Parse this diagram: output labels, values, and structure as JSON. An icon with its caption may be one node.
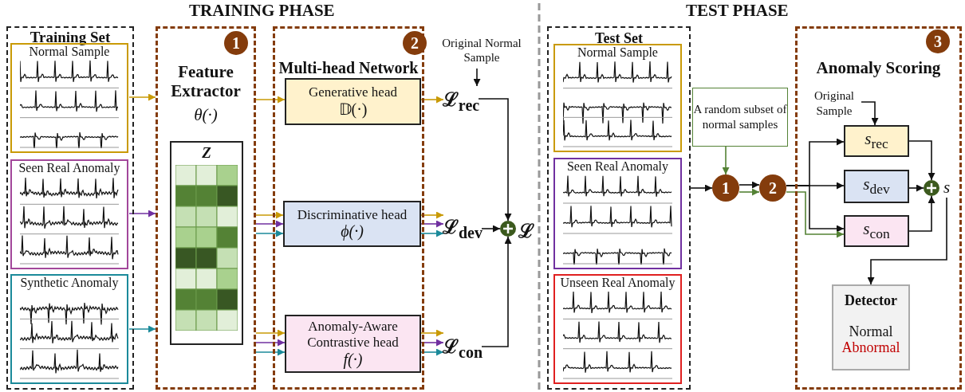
{
  "diagram": {
    "nodes": [
      {
        "text": [
          "Training Set"
        ]
      },
      {
        "text": [
          "Normal Sample"
        ],
        "in": 0
      },
      {
        "text": [
          "Seen Real Anomaly"
        ],
        "in": 0
      },
      {
        "text": [
          "Synthetic Anomaly"
        ],
        "in": 0
      },
      {
        "text": [
          "Feature Extractor",
          "θ(·)"
        ]
      },
      {
        "text": [
          "Z"
        ],
        "in": 4
      },
      {
        "text": [
          "Multi-head Network"
        ]
      },
      {
        "text": [
          "Generative head",
          "𝔻(·)"
        ],
        "in": 6
      },
      {
        "text": [
          "Discriminative head",
          "ϕ(·)"
        ],
        "in": 6
      },
      {
        "text": [
          "Anomaly-Aware Contrastive head",
          "f(·)"
        ],
        "in": 6
      },
      {
        "text": [
          "Original Normal Sample"
        ]
      },
      {
        "text": [
          "ℒ$_{rec}$"
        ]
      },
      {
        "text": [
          "ℒ$_{dev}$"
        ]
      },
      {
        "text": [
          "ℒ$_{con}$"
        ]
      },
      {
        "text": [],
        "shape": "circle"
      },
      {
        "text": [
          "ℒ"
        ]
      },
      {
        "text": [
          "Test Set"
        ]
      },
      {
        "text": [
          "Normal Sample"
        ],
        "in": 16
      },
      {
        "text": [
          "Seen Real Anomaly"
        ],
        "in": 16
      },
      {
        "text": [
          "Unseen Real Anomaly"
        ],
        "in": 16
      },
      {
        "text": [
          "A random subset of normal samples"
        ]
      },
      {
        "text": [
          "1"
        ]
      },
      {
        "text": [
          "2"
        ]
      },
      {
        "text": [
          "Anomaly Scoring"
        ]
      },
      {
        "text": [
          "Original Sample"
        ],
        "in": 23
      },
      {
        "text": [
          "*s*$_{rec}$"
        ],
        "in": 23
      },
      {
        "text": [
          "*s*$_{dev}$"
        ],
        "in": 23
      },
      {
        "text": [
          "*s*$_{con}$"
        ],
        "in": 23
      },
      {
        "text": [],
        "shape": "circle",
        "in": 23
      },
      {
        "text": [
          "s"
        ],
        "in": 23
      },
      {
        "text": [
          "Detector",
          "Normal",
          "Abnormal"
        ],
        "in": 23
      },
      {
        "text": [
          "1"
        ],
        "in": 4
      },
      {
        "text": [
          "2"
        ],
        "in": 6
      },
      {
        "text": [
          "3"
        ],
        "in": 23
      }
    ],
    "edges": [
      {
        "from": 1,
        "to": 4,
        "arrow": "to",
        "color": "#c99a06"
      },
      {
        "from": 2,
        "to": 4,
        "arrow": "to",
        "color": "#7030a0"
      },
      {
        "from": 3,
        "to": 4,
        "arrow": "to",
        "color": "#1b8a9a"
      },
      {
        "from": 4,
        "to": 7,
        "arrow": "to",
        "color": "#c99a06"
      },
      {
        "from": 4,
        "to": 8,
        "arrow": "to",
        "color": "#c99a06"
      },
      {
        "from": 4,
        "to": 8,
        "arrow": "to",
        "color": "#7030a0"
      },
      {
        "from": 4,
        "to": 8,
        "arrow": "to",
        "color": "#1b8a9a"
      },
      {
        "from": 4,
        "to": 9,
        "arrow": "to",
        "color": "#c99a06"
      },
      {
        "from": 4,
        "to": 9,
        "arrow": "to",
        "color": "#7030a0"
      },
      {
        "from": 4,
        "to": 9,
        "arrow": "to",
        "color": "#1b8a9a"
      },
      {
        "from": 7,
        "to": 11,
        "arrow": "to",
        "color": "#c99a06"
      },
      {
        "from": 8,
        "to": 12,
        "arrow": "to",
        "color": "#c99a06"
      },
      {
        "from": 8,
        "to": 12,
        "arrow": "to",
        "color": "#7030a0"
      },
      {
        "from": 8,
        "to": 12,
        "arrow": "to",
        "color": "#1b8a9a"
      },
      {
        "from": 9,
        "to": 13,
        "arrow": "to",
        "color": "#c99a06"
      },
      {
        "from": 9,
        "to": 13,
        "arrow": "to",
        "color": "#7030a0"
      },
      {
        "from": 9,
        "to": 13,
        "arrow": "to",
        "color": "#1b8a9a"
      },
      {
        "from": 10,
        "to": 11,
        "arrow": "to"
      },
      {
        "from": 11,
        "to": 14,
        "arrow": "to"
      },
      {
        "from": 12,
        "to": 14,
        "arrow": "to"
      },
      {
        "from": 13,
        "to": 14,
        "arrow": "to"
      },
      {
        "from": 16,
        "to": 21,
        "arrow": "to"
      },
      {
        "from": 20,
        "to": 21,
        "arrow": "to",
        "color": "#548235"
      },
      {
        "from": 21,
        "to": 22,
        "arrow": "to"
      },
      {
        "from": 21,
        "to": 22,
        "arrow": "to",
        "color": "#548235"
      },
      {
        "from": 22,
        "to": 25,
        "arrow": "to"
      },
      {
        "from": 22,
        "to": 26,
        "arrow": "to"
      },
      {
        "from": 22,
        "to": 27,
        "arrow": "to"
      },
      {
        "from": 22,
        "to": 27,
        "arrow": "to",
        "color": "#548235"
      },
      {
        "from": 24,
        "to": 25,
        "arrow": "to"
      },
      {
        "from": 25,
        "to": 28,
        "arrow": "to"
      },
      {
        "from": 26,
        "to": 28,
        "arrow": "to"
      },
      {
        "from": 27,
        "to": 28,
        "arrow": "to"
      },
      {
        "from": 29,
        "to": 30,
        "arrow": "to"
      }
    ],
    "labels": [
      "TRAINING PHASE",
      "TEST PHASE"
    ]
  }
}
